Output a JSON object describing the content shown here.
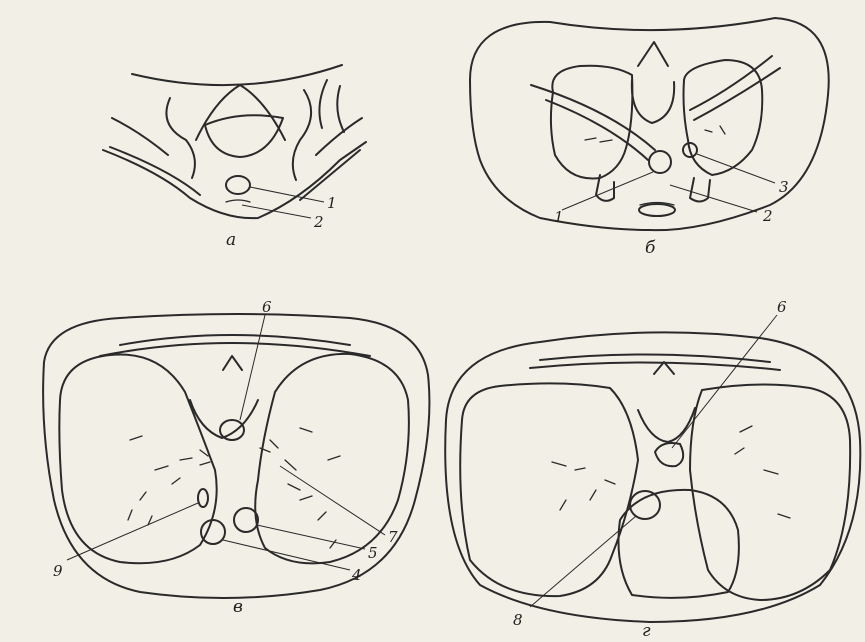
{
  "panels": [
    {
      "id": "a",
      "caption": "а",
      "labels": [
        "1",
        "2"
      ]
    },
    {
      "id": "b",
      "caption": "б",
      "labels": [
        "1",
        "2",
        "3"
      ]
    },
    {
      "id": "v",
      "caption": "в",
      "labels": [
        "6",
        "7",
        "5",
        "4",
        "9"
      ]
    },
    {
      "id": "g",
      "caption": "г",
      "labels": [
        "6",
        "8"
      ]
    }
  ]
}
